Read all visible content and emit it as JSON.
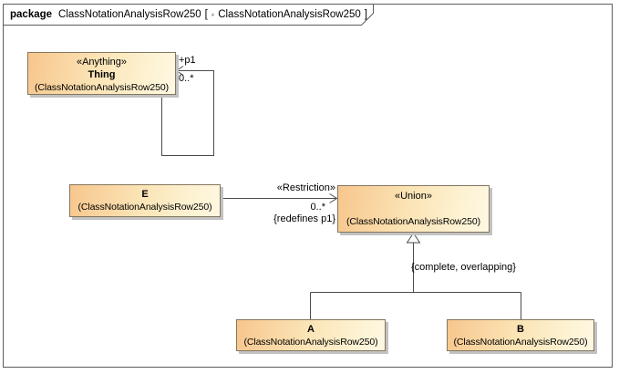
{
  "header": {
    "kind_label": "package",
    "package_name": "ClassNotationAnalysisRow250",
    "bracket_open": "[",
    "diagram_name": "ClassNotationAnalysisRow250",
    "bracket_close": "]",
    "icon": "class-diagram-icon"
  },
  "classes": {
    "thing": {
      "stereotype": "«Anything»",
      "name": "Thing",
      "package": "(ClassNotationAnalysisRow250)"
    },
    "e": {
      "name": "E",
      "package": "(ClassNotationAnalysisRow250)"
    },
    "union": {
      "stereotype": "«Union»",
      "name": "",
      "package": "(ClassNotationAnalysisRow250)"
    },
    "a": {
      "name": "A",
      "package": "(ClassNotationAnalysisRow250)"
    },
    "b": {
      "name": "B",
      "package": "(ClassNotationAnalysisRow250)"
    }
  },
  "connectors": {
    "self_association": {
      "role": "+p1",
      "multiplicity": "0..*"
    },
    "restriction": {
      "stereotype": "«Restriction»",
      "multiplicity": "0..*",
      "constraint": "{redefines p1}"
    },
    "generalization": {
      "constraint": "{complete, overlapping}"
    }
  },
  "colors": {
    "box_gradient_start": "#f7c68d",
    "box_gradient_end": "#fef7e2",
    "box_border": "#84775f",
    "box_shadow": "#c2c2c2",
    "connector_line": "#4b4b4b",
    "frame_border": "#5c5c5c",
    "text": "#000000"
  }
}
